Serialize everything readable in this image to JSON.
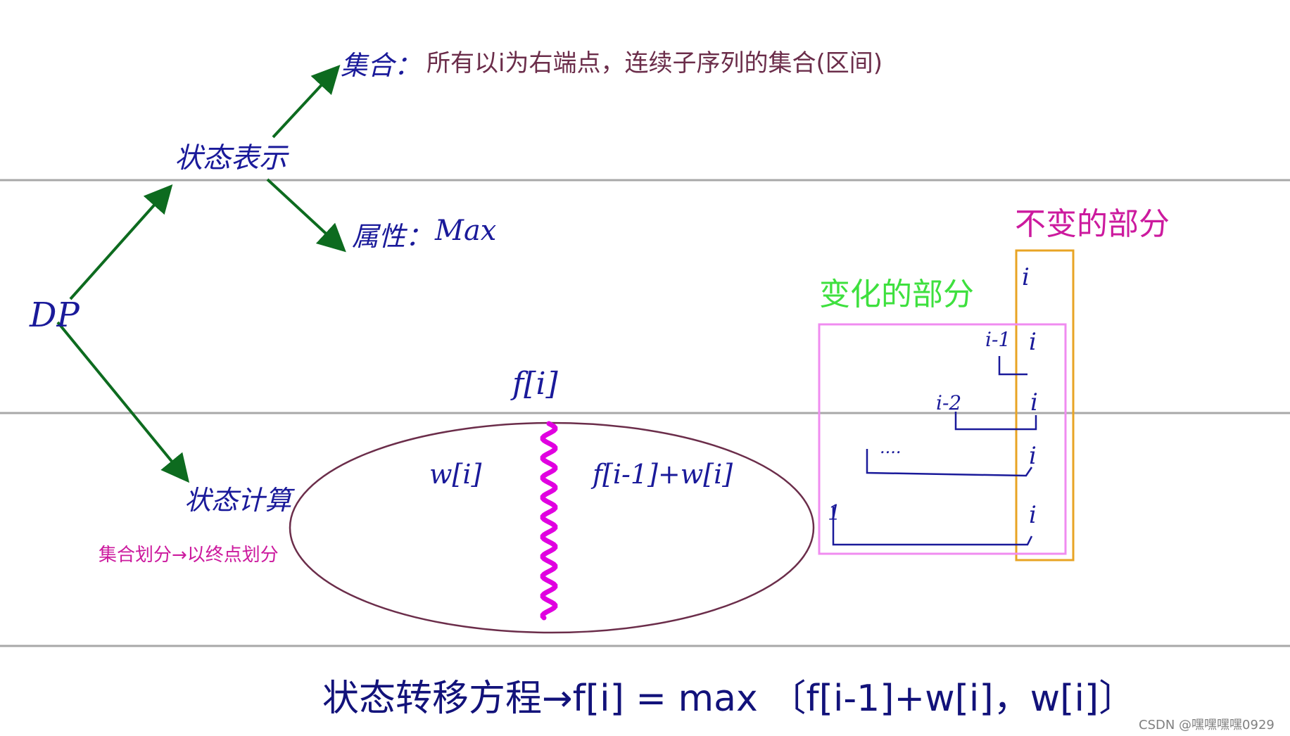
{
  "colors": {
    "ink": "#1a1a9a",
    "arrow": "#0d6b1f",
    "divider": "#a8a8a8",
    "ellipse": "#6b2d4a",
    "wave": "#e000e0",
    "magenta_text": "#cc1a9e",
    "green_text": "#3ee03e",
    "definition_text": "#6b2d4a",
    "orange_box": "#e8a424",
    "pink_box": "#f08cf0",
    "equation": "#12127a",
    "watermark": "#808080"
  },
  "nodes": {
    "dp": "DP",
    "state_representation": "状态表示",
    "set_label": "集合：",
    "set_definition": "所有以i为右端点，连续子序列的集合(区间)",
    "attribute_label": "属性：",
    "attribute_value": "Max",
    "state_computation": "状态计算",
    "partition_note": "集合划分→以终点划分"
  },
  "ellipse": {
    "top_label": "f[i]",
    "left_label": "w[i]",
    "right_label": "f[i-1]+w[i]"
  },
  "segments": {
    "unchanged_label": "不变的部分",
    "changed_label": "变化的部分",
    "i_marks": [
      "i",
      "i",
      "i",
      "i",
      "i"
    ],
    "i_minus_1": "i-1",
    "i_minus_2": "i-2",
    "ellipsis": "....",
    "one": "1"
  },
  "equation": "状态转移方程→f[i] = max 〔f[i-1]+w[i]，w[i]〕",
  "watermark": "CSDN @嘿嘿嘿嘿0929"
}
